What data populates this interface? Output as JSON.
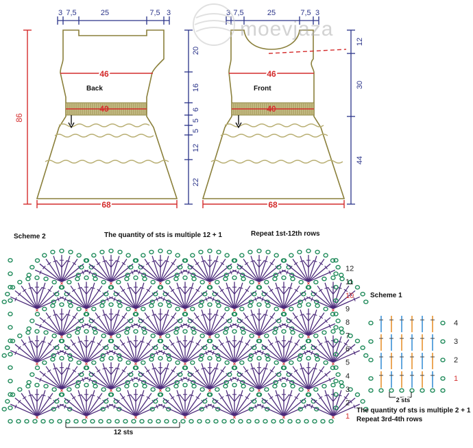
{
  "watermark": "moevjaza",
  "colors": {
    "navy": "#2a3389",
    "red": "#d42b2b",
    "olive": "#8a7f3a",
    "dress_band": "#c9c08a",
    "purple": "#4b2a7a",
    "green": "#1f8a5a",
    "stitch_red": "#d43030",
    "blue": "#3a8fd6",
    "orange": "#e8912e"
  },
  "back_panel": {
    "title": "Back",
    "top_widths": [
      "3",
      "7,5",
      "25",
      "7,5",
      "3"
    ],
    "waist_width": "46",
    "band_width": "40",
    "hem_width": "68",
    "total_height": "86",
    "side_heights": [
      "20",
      "16",
      "6",
      "5",
      "5",
      "12",
      "22"
    ]
  },
  "front_panel": {
    "title": "Front",
    "top_widths": [
      "3",
      "7,5",
      "25",
      "7,5",
      "3"
    ],
    "waist_width": "46",
    "band_width": "40",
    "hem_width": "68",
    "side_heights": [
      "12",
      "30",
      "44"
    ]
  },
  "scheme2": {
    "title": "Scheme 2",
    "note": "The quantity of sts is multiple 12 + 1",
    "repeat": "Repeat 1st-12th rows",
    "width_label": "12 sts",
    "row_numbers": [
      "12",
      "11",
      "10",
      "9",
      "8",
      "7",
      "6",
      "5",
      "4",
      "3",
      "2",
      "1"
    ]
  },
  "scheme1": {
    "title": "Scheme 1",
    "width_label": "2 sts",
    "note": "The quantity of sts is multiple 2 + 1",
    "repeat": "Repeat 3rd-4th rows",
    "row_numbers": [
      "4",
      "3",
      "2",
      "1"
    ]
  }
}
